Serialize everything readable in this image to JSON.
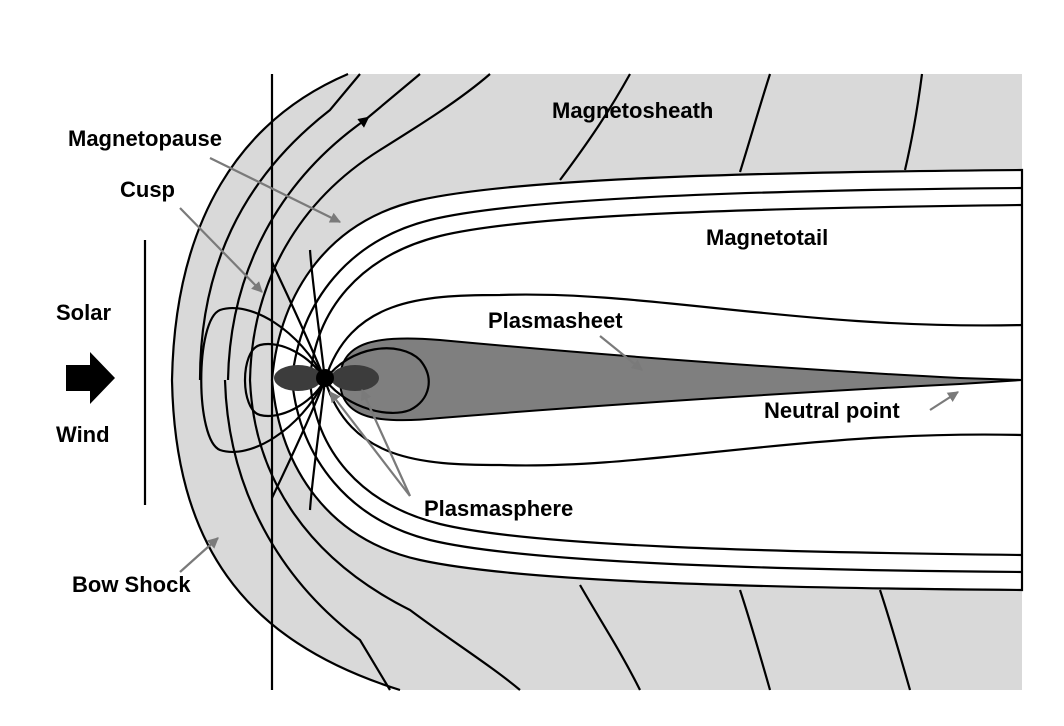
{
  "labels": {
    "magnetosheath": "Magnetosheath",
    "magnetopause": "Magnetopause",
    "cusp": "Cusp",
    "magnetotail": "Magnetotail",
    "solar": "Solar",
    "wind": "Wind",
    "plasmasheet": "Plasmasheet",
    "neutral_point": "Neutral point",
    "plasmasphere": "Plasmasphere",
    "bow_shock": "Bow Shock"
  },
  "colors": {
    "magnetosheath": "#d9d9d9",
    "plasmasheet": "#7f7f7f",
    "plasmasphere": "#3c3c3c",
    "lines": "#000000",
    "pointers": "#7a7a7a",
    "background": "#ffffff"
  }
}
